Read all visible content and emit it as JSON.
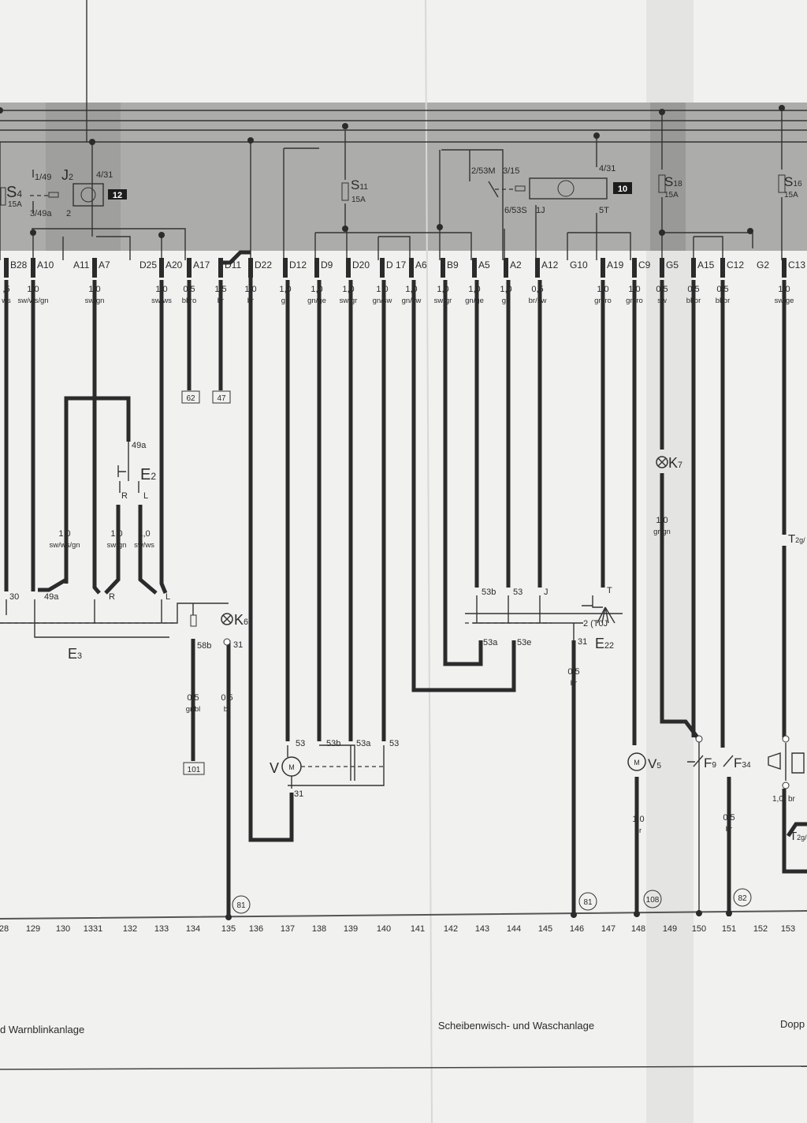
{
  "connectors": [
    {
      "id": "B28",
      "size": ",5",
      "color": "ws"
    },
    {
      "id": "A10",
      "size": "1,0",
      "color": "sw/ws/gn"
    },
    {
      "id": "A11",
      "size": "",
      "color": ""
    },
    {
      "id": "A7",
      "size": "1,0",
      "color": "sw/gn"
    },
    {
      "id": "D25",
      "size": "",
      "color": ""
    },
    {
      "id": "A20",
      "size": "1,0",
      "color": "sw/ws"
    },
    {
      "id": "A17",
      "size": "0,5",
      "color": "bl/ro"
    },
    {
      "id": "D11",
      "size": "1,5",
      "color": "br"
    },
    {
      "id": "D22",
      "size": "1,0",
      "color": "br"
    },
    {
      "id": "D12",
      "size": "1,0",
      "color": "gn"
    },
    {
      "id": "D9",
      "size": "1,0",
      "color": "gn/ge"
    },
    {
      "id": "D20",
      "size": "1,0",
      "color": "sw/gr"
    },
    {
      "id": "D 17",
      "size": "1,0",
      "color": "gn/sw"
    },
    {
      "id": "A6",
      "size": "1,0",
      "color": "gn/sw"
    },
    {
      "id": "B9",
      "size": "1,0",
      "color": "sw/gr"
    },
    {
      "id": "A5",
      "size": "1,0",
      "color": "gn/ge"
    },
    {
      "id": "A2",
      "size": "1,0",
      "color": "gn"
    },
    {
      "id": "A12",
      "size": "0,5",
      "color": "br/sw"
    },
    {
      "id": "G10",
      "size": "",
      "color": ""
    },
    {
      "id": "A19",
      "size": "1,0",
      "color": "gn/ro"
    },
    {
      "id": "C9",
      "size": "1,0",
      "color": "gn/ro"
    },
    {
      "id": "G5",
      "size": "0,5",
      "color": "sw"
    },
    {
      "id": "A15",
      "size": "0,5",
      "color": "bl/br"
    },
    {
      "id": "C12",
      "size": "0,5",
      "color": "bl/br"
    },
    {
      "id": "G2",
      "size": "",
      "color": ""
    },
    {
      "id": "C13",
      "size": "1,0",
      "color": "sw/ge"
    }
  ],
  "column_numbers": [
    "28",
    "129",
    "130",
    "1331",
    "132",
    "133",
    "134",
    "135",
    "136",
    "137",
    "138",
    "139",
    "140",
    "141",
    "142",
    "143",
    "144",
    "145",
    "146",
    "147",
    "148",
    "149",
    "150",
    "151",
    "152",
    "153"
  ],
  "components": {
    "S4": {
      "letter": "S",
      "sub": "4",
      "rating": "15A"
    },
    "J2": {
      "letter": "J",
      "sub": "2"
    },
    "S11": {
      "letter": "S",
      "sub": "11",
      "rating": "15A"
    },
    "S18": {
      "letter": "S",
      "sub": "18",
      "rating": "15A"
    },
    "S16": {
      "letter": "S",
      "sub": "16",
      "rating": "15A"
    },
    "E2": {
      "letter": "E",
      "sub": "2"
    },
    "E3": {
      "letter": "E",
      "sub": "3"
    },
    "K6": {
      "letter": "K",
      "sub": "6"
    },
    "K7": {
      "letter": "K",
      "sub": "7"
    },
    "E22": {
      "letter": "E",
      "sub": "22"
    },
    "V": {
      "letter": "V",
      "sub": ""
    },
    "V5": {
      "letter": "V",
      "sub": "5"
    },
    "F9": {
      "letter": "F",
      "sub": "9"
    },
    "F34": {
      "letter": "F",
      "sub": "34"
    },
    "T2g_top": {
      "letter": "T",
      "sub": "2g/"
    },
    "T2g_bottom": {
      "letter": "T",
      "sub": "2g/"
    }
  },
  "relays": {
    "J2_number": "12",
    "E22_relay_number": "10"
  },
  "terminals": {
    "j2_1": "1/49",
    "j2_3": "3/49a",
    "j2_2": "2",
    "j2_4": "4/31",
    "w_2": "2/53M",
    "w_3": "3/15",
    "w_6": "6/53S",
    "w_1": "1J",
    "w_4": "4/31",
    "w_5": "5T",
    "e3_30": "30",
    "e3_49a": "49a",
    "e3_r": "R",
    "e3_l": "L",
    "e2_49a": "49a",
    "e2_r": "R",
    "e2_l": "L",
    "k6_58b": "58b",
    "k6_31": "31",
    "v_53": "53",
    "v_53b": "53b",
    "v_53a": "53a",
    "v_53_2": "53",
    "v_31": "31",
    "e22_53b": "53b",
    "e22_53": "53",
    "e22_j": "J",
    "e22_t": "T",
    "e22_53a": "53a",
    "e22_53e": "53e",
    "e22_31": "31",
    "e22_pos": "2 (T0J",
    "motor_m": "M",
    "v5_m": "M"
  },
  "wire_labels": {
    "e3_left": {
      "size": "1,0",
      "color": "sw/ws/gn"
    },
    "e2_r": {
      "size": "1,0",
      "color": "sw/gn"
    },
    "e2_l": {
      "size": "1,0",
      "color": "sw/ws"
    },
    "k6_58b": {
      "size": "0,5",
      "color": "gr/bl"
    },
    "k6_31": {
      "size": "0,5",
      "color": "br"
    },
    "e22_31": {
      "size": "0,5",
      "color": "br"
    },
    "k7": {
      "size": "1,0",
      "color": "gr/gn"
    },
    "v5": {
      "size": "1,0",
      "color": "br"
    },
    "f34": {
      "size": "0,5",
      "color": "br"
    },
    "horn": {
      "size": "1,0",
      "color": "br"
    }
  },
  "references": {
    "box_62": "62",
    "box_47": "47",
    "box_101": "101",
    "circle_81a": "81",
    "circle_81b": "81",
    "circle_108": "108",
    "circle_82": "82"
  },
  "section_titles": [
    "d Warnblinkanlage",
    "Scheibenwisch- und Waschanlage",
    "Dopp"
  ],
  "colors": {
    "paper": "#f1f1ef",
    "band": "#a9a9a7",
    "ink": "#2b2b2b"
  }
}
